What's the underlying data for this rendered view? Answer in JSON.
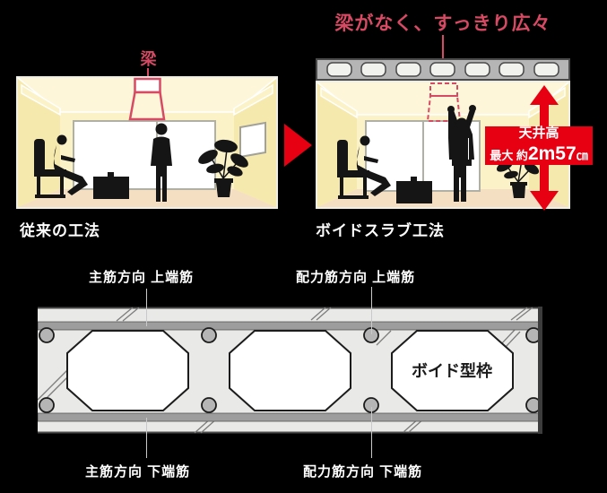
{
  "colors": {
    "background": "#000000",
    "accent_red": "#e60012",
    "rose_red": "#d84a64",
    "room_wall_cream": "#fbf2c8",
    "slab_gray": "#b5b5b5"
  },
  "comparison": {
    "before": {
      "caption": "従来の工法",
      "beam_label": "梁"
    },
    "after": {
      "heading": "梁がなく、すっきり広々",
      "caption": "ボイドスラブ工法",
      "ceiling_height_box": {
        "line1": "天井高",
        "line2_prefix": "最大 約",
        "line2_value": "2m57",
        "line2_unit": "㎝"
      }
    }
  },
  "slab_section": {
    "label_main_top": "主筋方向 上端筋",
    "label_dist_top": "配力筋方向 上端筋",
    "label_main_bottom": "主筋方向 下端筋",
    "label_dist_bottom": "配力筋方向 下端筋",
    "void_form_label": "ボイド型枠"
  }
}
